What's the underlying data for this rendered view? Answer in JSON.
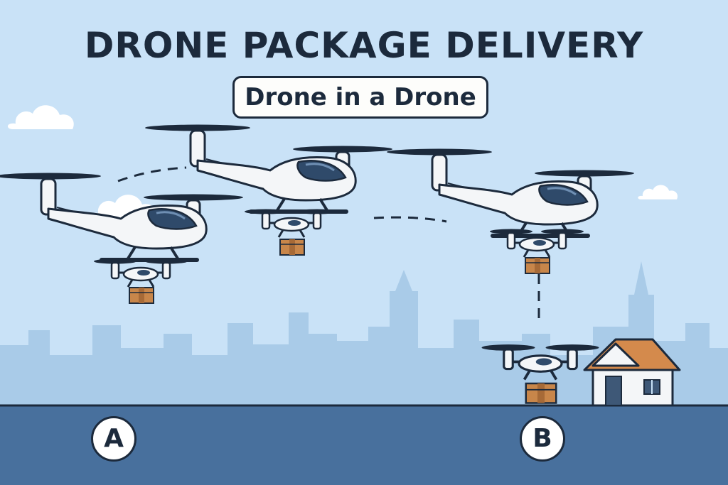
{
  "title": "DRONE PACKAGE DELIVERY",
  "subtitle": "Drone in a Drone",
  "points": {
    "start": "A",
    "end": "B"
  },
  "colors": {
    "sky": "#c9e2f7",
    "skyline": "#a9cbe8",
    "ground": "#48709d",
    "outline": "#1c2a3c",
    "drone_body": "#f4f6f8",
    "canopy": "#2f4a6a",
    "package": "#c8864a",
    "roof": "#d48a4c"
  },
  "icons": [
    "cloud-icon",
    "carrier-drone-icon",
    "mini-drone-icon",
    "package-icon",
    "house-icon",
    "flight-path"
  ]
}
